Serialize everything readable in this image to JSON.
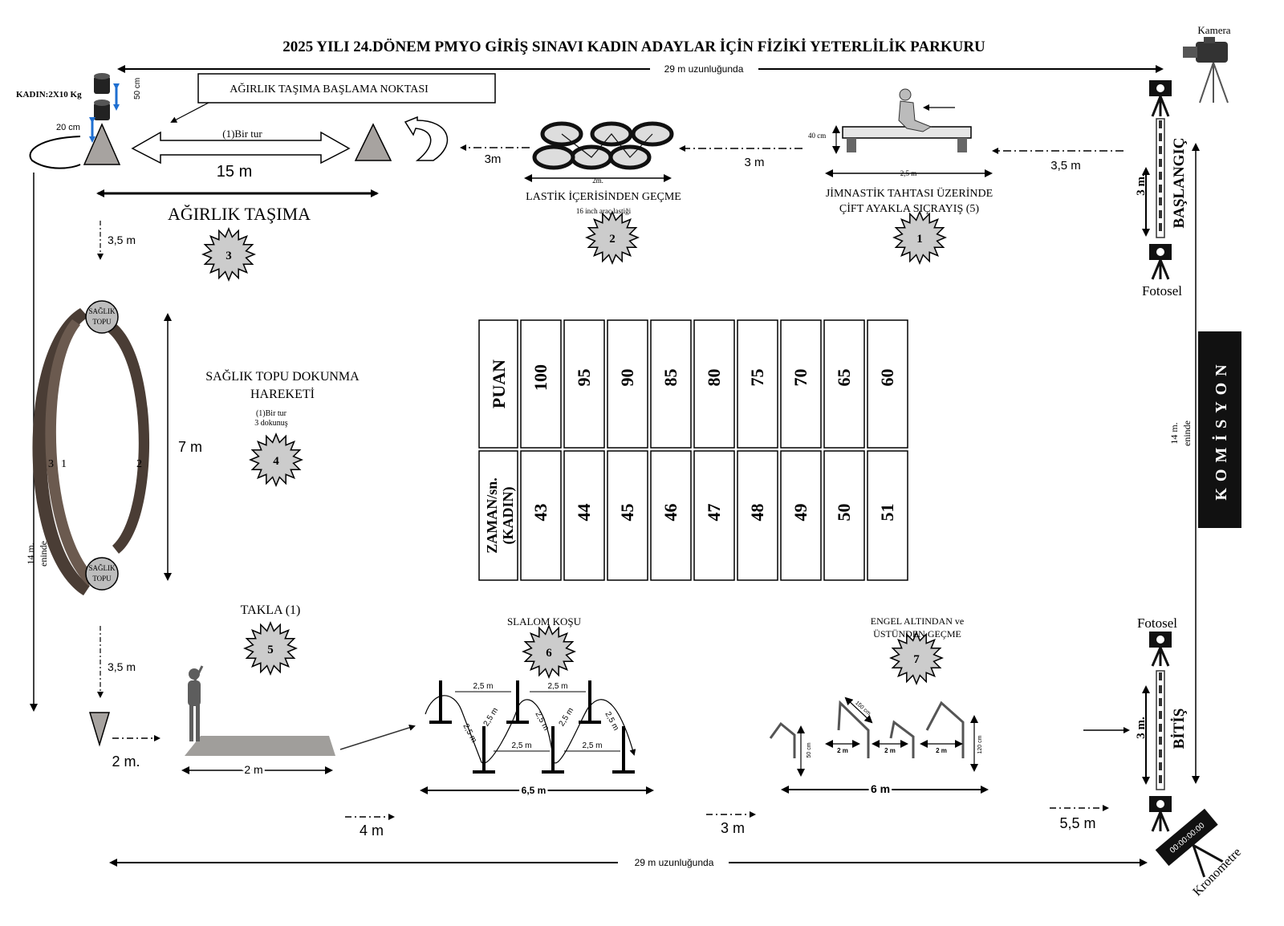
{
  "title": "2025 YILI 24.DÖNEM PMYO GİRİŞ SINAVI KADIN ADAYLAR İÇİN FİZİKİ YETERLİLİK PARKURU",
  "course_length_top": "29 m uzunluğunda",
  "course_length_bottom": "29 m uzunluğunda",
  "camera_label": "Kamera",
  "weights": {
    "label": "KADIN:2X10 Kg",
    "h1": "50 cm",
    "h2": "20 cm"
  },
  "weight_start_box": "AĞIRLIK TAŞIMA BAŞLAMA NOKTASI",
  "weight_lap": "(1)Bir tur",
  "weight_distance": "15 m",
  "weight_title": "AĞIRLIK TAŞIMA",
  "stations": [
    {
      "num": "1",
      "label_line1": "JİMNASTİK TAHTASI ÜZERİNDE",
      "label_line2": "ÇİFT AYAKLA SIÇRAYIŞ (5)"
    },
    {
      "num": "2",
      "label_line1": "LASTİK İÇERİSİNDEN GEÇME",
      "label_line2": "16 inch araç lastiği"
    },
    {
      "num": "3"
    },
    {
      "num": "4",
      "label_line1": "SAĞLIK TOPU DOKUNMA",
      "label_line2": "HAREKETİ",
      "label_line3": "(1)Bir tur",
      "label_line4": "3 dokunuş"
    },
    {
      "num": "5",
      "label_line1": "TAKLA (1)"
    },
    {
      "num": "6",
      "label_line1": "SLALOM KOŞU"
    },
    {
      "num": "7",
      "label_line1": "ENGEL ALTINDAN ve",
      "label_line2": "ÜSTÜNDEN GEÇME"
    }
  ],
  "gym_board": {
    "height": "40 cm",
    "length": "2,5 m"
  },
  "tires": {
    "width": "2m."
  },
  "gaps": {
    "start_to_board": "3,5 m",
    "board_to_tires": "3 m",
    "tires_to_cone": "3m",
    "weights_to_ball": "3,5 m",
    "ball_to_roll": "3,5 m",
    "roll_gap": "2 m.",
    "roll_to_slalom": "4 m",
    "slalom_to_hurdle": "3 m",
    "hurdle_to_finish": "5,5 m"
  },
  "ball": {
    "label1": "SAĞLIK",
    "label2": "TOPU",
    "span": "7 m",
    "touch_3": "3",
    "touch_1": "1",
    "touch_2": "2"
  },
  "side_widths": {
    "left": "14 m.",
    "left2": "eninde",
    "right": "14 m.",
    "right2": "eninde"
  },
  "mat": {
    "length": "2 m"
  },
  "slalom": {
    "gap": "2,5 m",
    "total": "6,5 m"
  },
  "hurdles": {
    "gap": "2 m",
    "total": "6 m",
    "h_low": "50 cm",
    "h_high": "120 cm",
    "diag": "150 cm"
  },
  "start": {
    "label": "BAŞLANGIÇ",
    "len": "3 m.",
    "fotosel": "Fotosel"
  },
  "finish": {
    "label": "BİTİŞ",
    "len": "3 m.",
    "fotosel": "Fotosel"
  },
  "commission": "KOMİSYON",
  "chrono": {
    "label": "Kronometre",
    "display": "00:00:00:00"
  },
  "score_table": {
    "row1_header": "PUAN",
    "row2_header_line1": "ZAMAN/sn.",
    "row2_header_line2": "(KADIN)",
    "points": [
      "100",
      "95",
      "90",
      "85",
      "80",
      "75",
      "70",
      "65",
      "60"
    ],
    "times": [
      "43",
      "44",
      "45",
      "46",
      "47",
      "48",
      "49",
      "50",
      "51"
    ]
  }
}
